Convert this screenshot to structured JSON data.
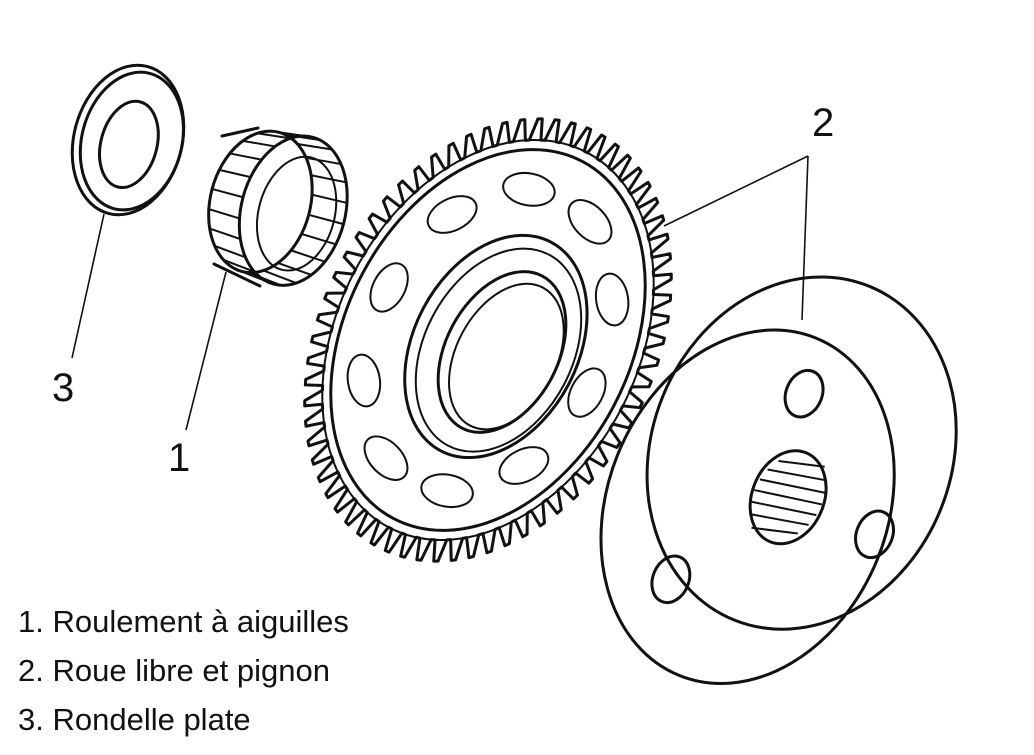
{
  "figure": {
    "callouts": {
      "washer": "3",
      "bearing": "1",
      "clutch": "2"
    },
    "legend": [
      {
        "text": "1. Roulement à aiguilles"
      },
      {
        "text": "2. Roue libre et pignon"
      },
      {
        "text": "3. Rondelle plate"
      }
    ],
    "parts": {
      "bearing_icon": "needle-bearing-icon",
      "washer_icon": "flat-washer-icon",
      "gear_icon": "gear-icon",
      "clutch_icon": "one-way-clutch-icon"
    },
    "colors": {
      "ink": "#111111",
      "paper": "#ffffff"
    }
  }
}
